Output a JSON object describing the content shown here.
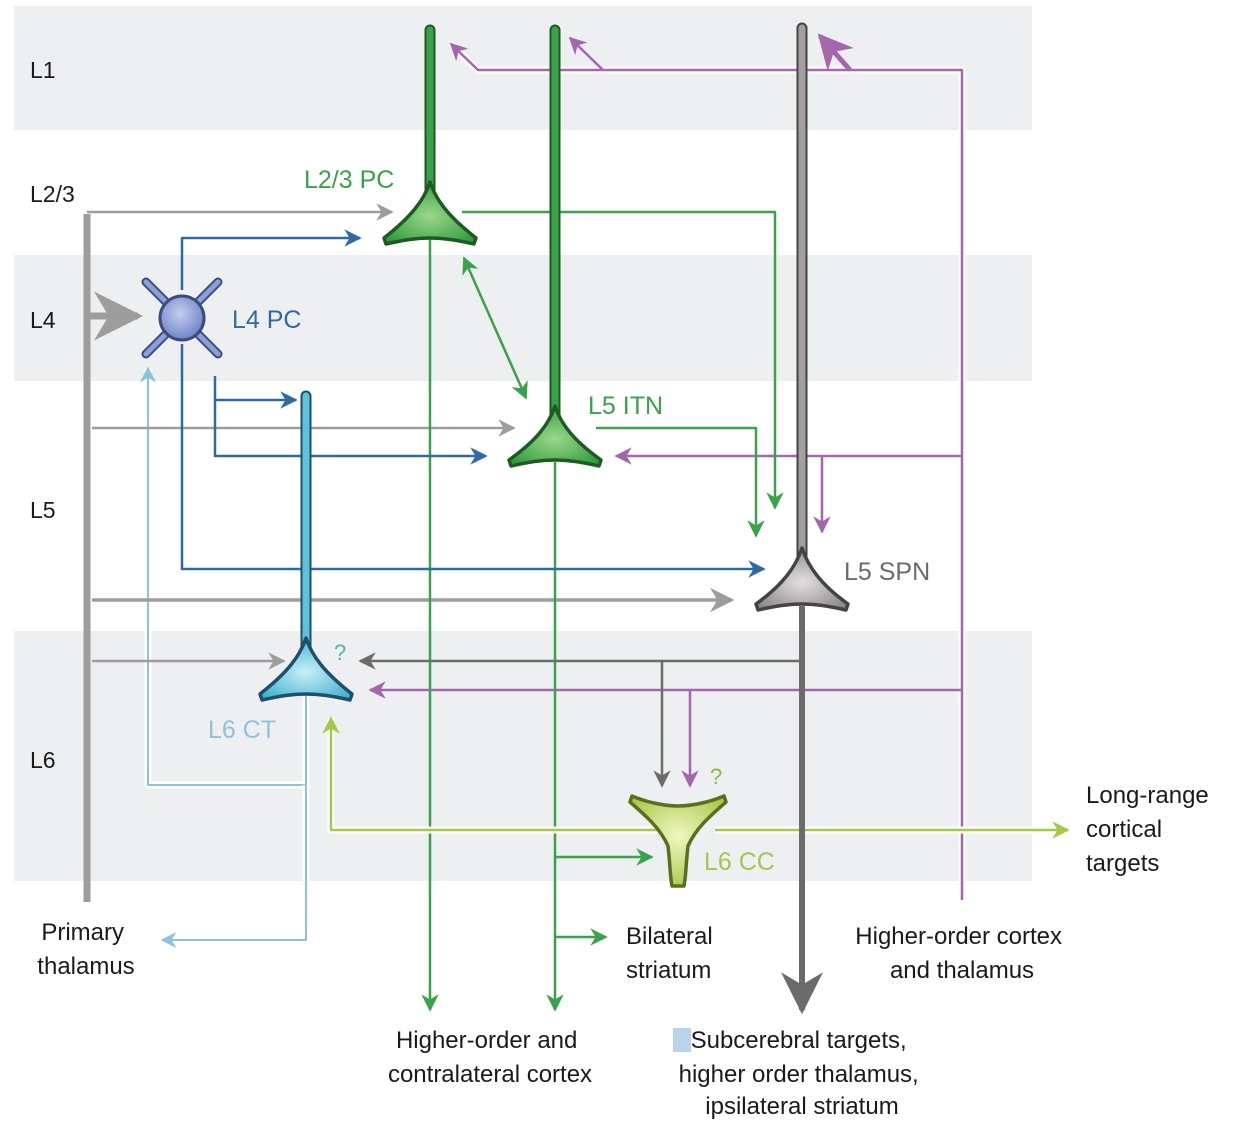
{
  "layers": {
    "l1": "L1",
    "l23": "L2/3",
    "l4": "L4",
    "l5": "L5",
    "l6": "L6"
  },
  "cells": {
    "l23_pc": "L2/3 PC",
    "l4_pc": "L4 PC",
    "l5_itn": "L5 ITN",
    "l5_spn": "L5 SPN",
    "l6_ct": "L6 CT",
    "l6_cc": "L6 CC",
    "unknown_mark": "?"
  },
  "targets": {
    "primary_thalamus": [
      "Primary",
      "thalamus"
    ],
    "bilateral_striatum": [
      "Bilateral",
      "striatum"
    ],
    "higher_order_cortex_thalamus": [
      "Higher-order cortex",
      "and thalamus"
    ],
    "long_range_cortical": [
      "Long-range",
      "cortical",
      "targets"
    ],
    "higher_order_contralateral": [
      "Higher-order and",
      "contralateral cortex"
    ],
    "subcerebral": [
      "Subcerebral targets,",
      "higher order thalamus,",
      "ipsilateral striatum"
    ]
  },
  "colors": {
    "layer_band": "#eeeff0",
    "thalamus_gray": "#9d9d9e",
    "green": "#3aa24a",
    "blue": "#2f6aa3",
    "light_blue": "#8ec2dc",
    "purple": "#a467ae",
    "dark_gray": "#6b6b6b",
    "lime": "#a3c84a",
    "l4_cell": "#8b9fd8",
    "l6_ct_cell": "#5fc2d8",
    "spn_cell": "#a39fa0",
    "l6_cc_cell": "#c2d86b"
  }
}
